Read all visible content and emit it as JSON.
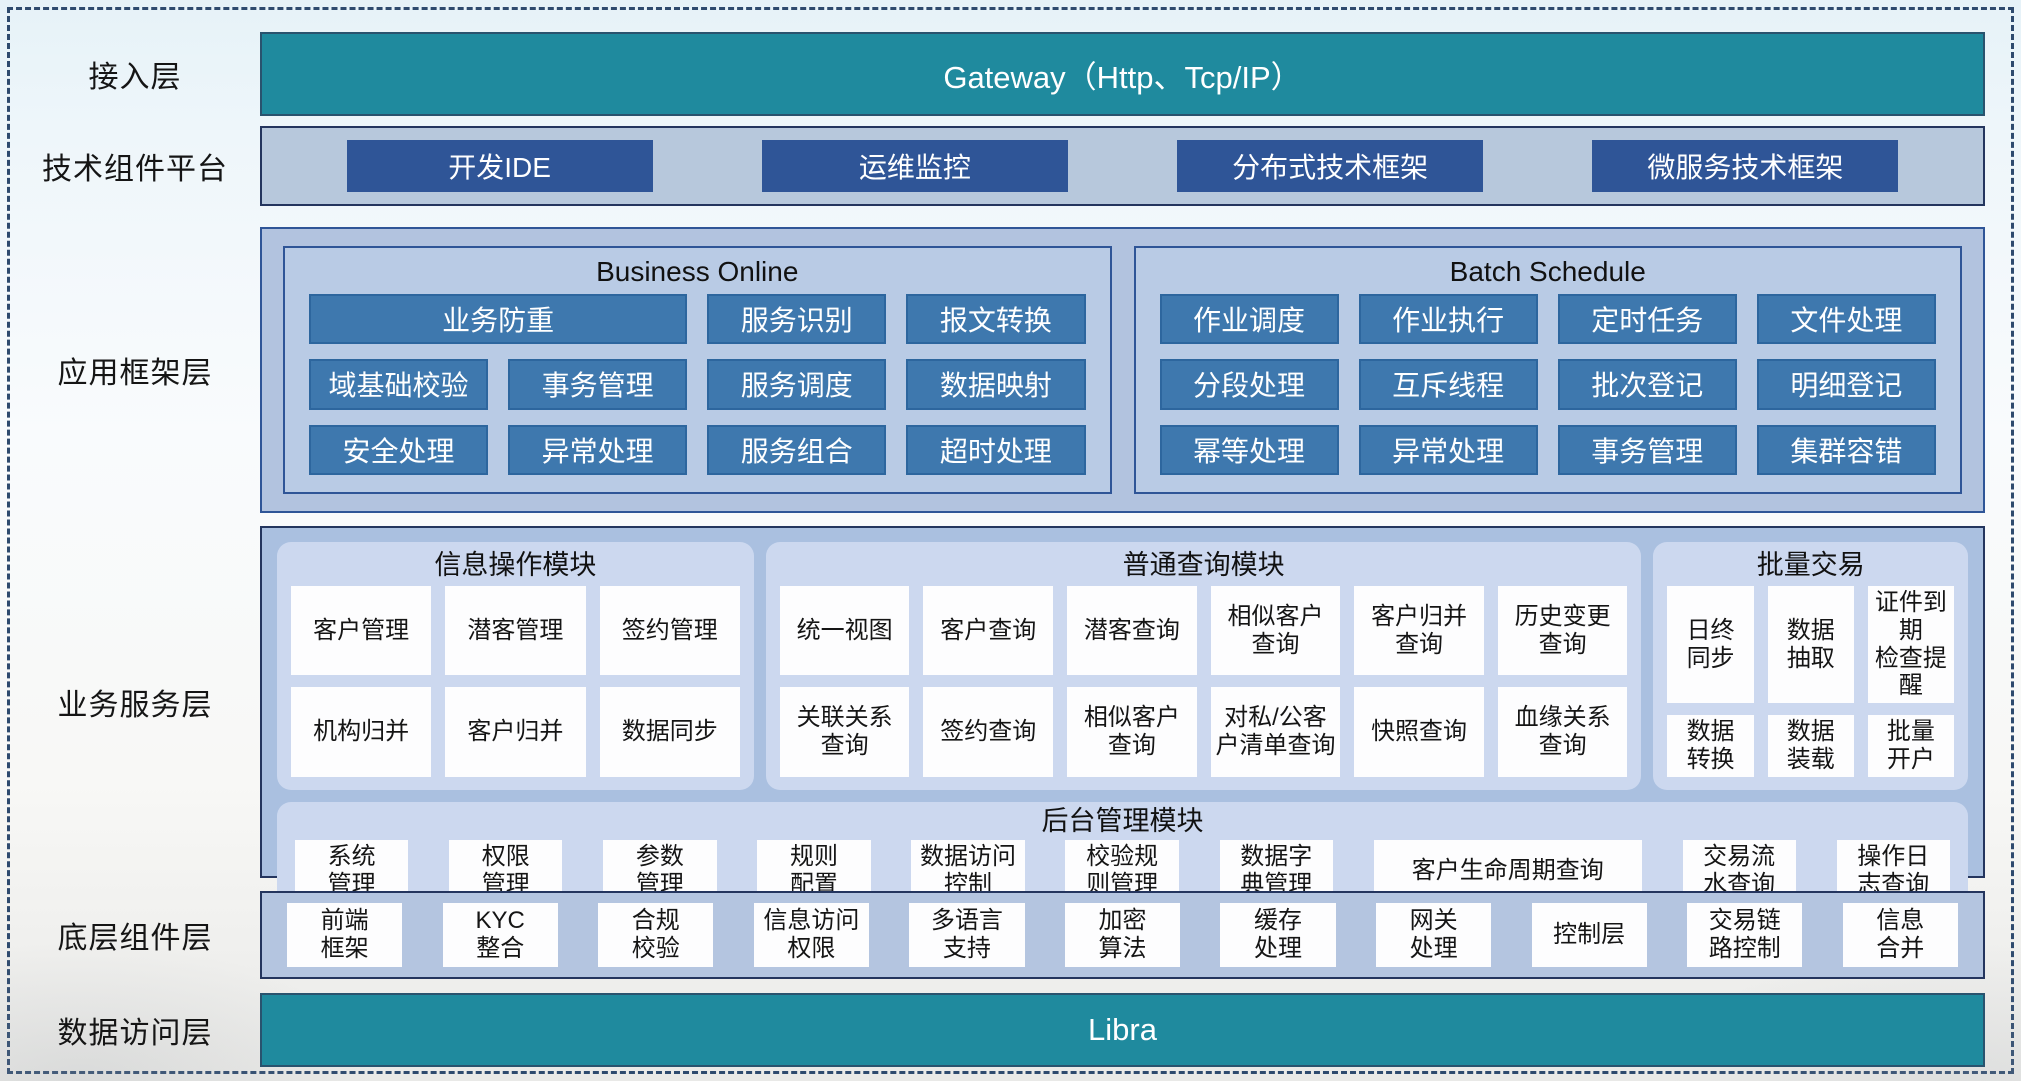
{
  "layers": {
    "access": {
      "label": "接入层",
      "bar_text": "Gateway（Http、Tcp/IP）"
    },
    "tech": {
      "label": "技术组件平台",
      "items": [
        "开发IDE",
        "运维监控",
        "分布式技术框架",
        "微服务技术框架"
      ]
    },
    "app_framework": {
      "label": "应用框架层",
      "business_online": {
        "title": "Business Online",
        "items": [
          {
            "label": "业务防重",
            "span": 2
          },
          "服务识别",
          "报文转换",
          "域基础校验",
          "事务管理",
          "服务调度",
          "数据映射",
          "安全处理",
          "异常处理",
          "服务组合",
          "超时处理"
        ]
      },
      "batch_schedule": {
        "title": "Batch Schedule",
        "items": [
          "作业调度",
          "作业执行",
          "定时任务",
          "文件处理",
          "分段处理",
          "互斥线程",
          "批次登记",
          "明细登记",
          "幂等处理",
          "异常处理",
          "事务管理",
          "集群容错"
        ]
      }
    },
    "business_service": {
      "label": "业务服务层",
      "info_module": {
        "title": "信息操作模块",
        "items": [
          "客户管理",
          "潜客管理",
          "签约管理",
          "机构归并",
          "客户归并",
          "数据同步"
        ]
      },
      "query_module": {
        "title": "普通查询模块",
        "items": [
          "统一视图",
          "客户查询",
          "潜客查询",
          "相似客户\n查询",
          "客户归并\n查询",
          "历史变更\n查询",
          "关联关系\n查询",
          "签约查询",
          "相似客户\n查询",
          "对私/公客\n户清单查询",
          "快照查询",
          "血缘关系\n查询"
        ]
      },
      "batch_module": {
        "title": "批量交易",
        "items": [
          "日终\n同步",
          "数据\n抽取",
          "证件到期\n检查提醒",
          "数据\n转换",
          "数据\n装载",
          "批量\n开户"
        ]
      },
      "admin_module": {
        "title": "后台管理模块",
        "items": [
          "系统\n管理",
          "权限\n管理",
          "参数\n管理",
          "规则\n配置",
          "数据访问\n控制",
          "校验规\n则管理",
          "数据字\n典管理",
          {
            "label": "客户生命周期查询",
            "wide": true
          },
          "交易流\n水查询",
          "操作日\n志查询"
        ]
      }
    },
    "base_components": {
      "label": "底层组件层",
      "items": [
        "前端\n框架",
        "KYC\n整合",
        "合规\n校验",
        "信息访问\n权限",
        "多语言\n支持",
        "加密\n算法",
        "缓存\n处理",
        "网关\n处理",
        "控制层",
        "交易链\n路控制",
        "信息\n合并"
      ]
    },
    "data_access": {
      "label": "数据访问层",
      "bar_text": "Libra"
    }
  },
  "colors": {
    "teal": "#1f8a9e",
    "dark_blue": "#2f5597",
    "mid_blue": "#3e78ae",
    "container_light": "#b4c5e0",
    "panel_light": "#ccd8ef",
    "navy_border": "#24355e"
  }
}
